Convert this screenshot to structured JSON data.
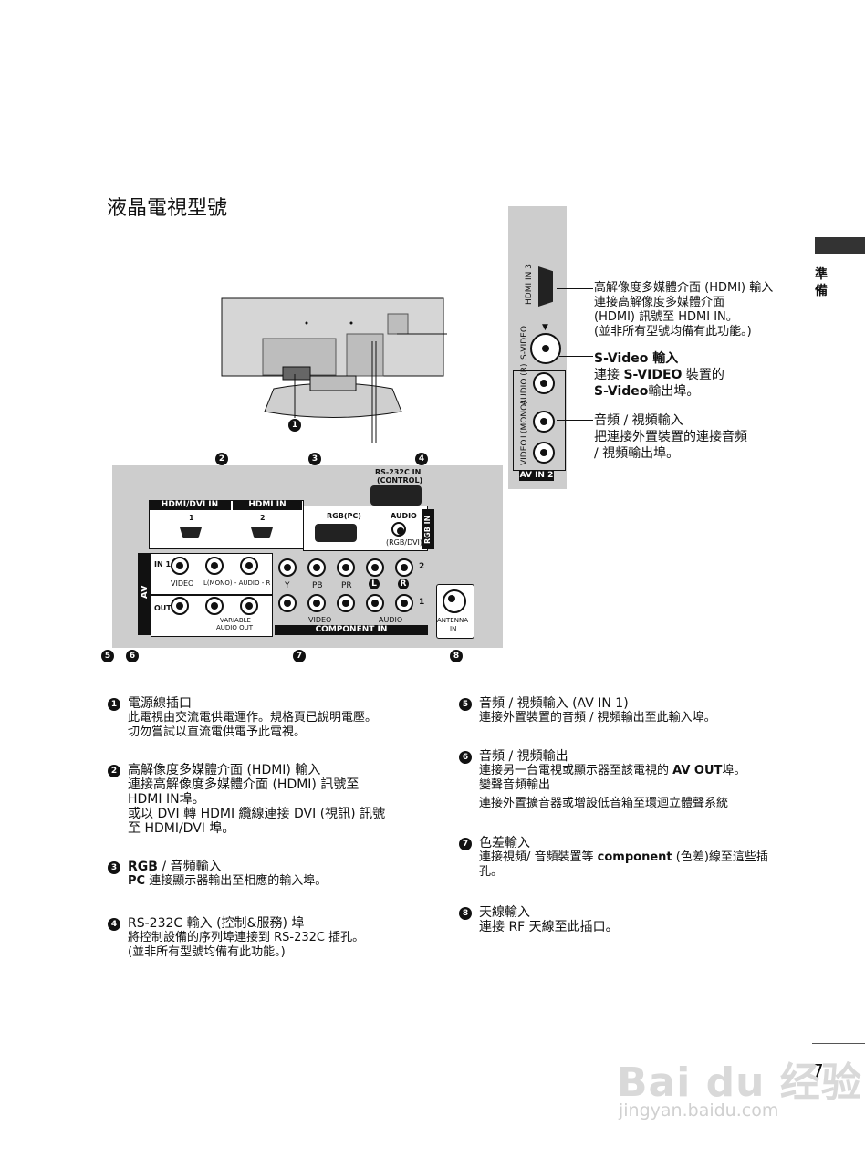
{
  "page": {
    "title": "液晶電視型號",
    "side_tab": "準備",
    "page_number": "7",
    "watermark_logo": "Bai du 经验",
    "watermark_url": "jingyan.baidu.com"
  },
  "side_panel": {
    "hdmi3_label": "HDMI IN 3",
    "svideo_label": "S-VIDEO",
    "audio_r_label": "AUDIO (R)",
    "audio_l_label": "L(MONO)",
    "video_label": "VIDEO",
    "av_in2_label": "AV IN 2"
  },
  "callouts": {
    "hdmi": {
      "line1": "高解像度多媒體介面 (HDMI) 輸入",
      "line2": "連接高解像度多媒體介面",
      "line3": "(HDMI) 訊號至 HDMI IN。",
      "line4": "(並非所有型號均備有此功能。)"
    },
    "svideo": {
      "line1": "S-Video 輸入",
      "line2_prefix": "連接 ",
      "line2_bold": "S-VIDEO",
      "line2_suffix": " 裝置的",
      "line3_bold": "S-Video",
      "line3_suffix": "輸出埠。"
    },
    "av": {
      "line1": "音頻 / 視頻輸入",
      "line2": "把連接外置裝置的連接音頻",
      "line3": "/ 視頻輸出埠。"
    }
  },
  "rear_panel": {
    "rs232_label": "RS-232C IN",
    "rs232_sub": "(CONTROL)",
    "hdmi_dvi_label": "HDMI/DVI IN",
    "hdmi_in_label": "HDMI IN",
    "hdmi_port1": "1",
    "hdmi_port2": "2",
    "rgb_pc_label": "RGB(PC)",
    "audio_label": "AUDIO",
    "audio_sub": "(RGB/DVI)",
    "rgb_in_label": "RGB IN",
    "av_label": "AV",
    "in1_label": "IN 1",
    "out_label": "OUT",
    "video_label": "VIDEO",
    "audio_lr_label": "L(MONO) - AUDIO - R",
    "variable_label": "VARIABLE",
    "audio_out_label": "AUDIO OUT",
    "y_label": "Y",
    "pb_label": "PB",
    "pr_label": "PR",
    "l_label": "L",
    "r_label": "R",
    "row2": "2",
    "row1": "1",
    "comp_video_label": "VIDEO",
    "comp_audio_label": "AUDIO",
    "component_in_label": "COMPONENT IN",
    "antenna_label": "ANTENNA",
    "antenna_sub": "IN"
  },
  "markers": [
    "1",
    "2",
    "3",
    "4",
    "5",
    "6",
    "7",
    "8"
  ],
  "descriptions": {
    "d1": {
      "num": "1",
      "title": "電源線插口",
      "body1": "此電視由交流電供電運作。規格頁已說明電壓。",
      "body2": "切勿嘗試以直流電供電予此電視。"
    },
    "d2": {
      "num": "2",
      "title": "高解像度多媒體介面 (HDMI) 輸入",
      "body1": "連接高解像度多媒體介面 (HDMI) 訊號至",
      "body2": "HDMI IN埠。",
      "body3": "或以 DVI 轉 HDMI 纜線連接 DVI (視訊) 訊號",
      "body4": "至 HDMI/DVI 埠。"
    },
    "d3": {
      "num": "3",
      "title_bold": "RGB",
      "title_rest": " / 音頻輸入",
      "body_bold": "PC",
      "body_rest": " 連接顯示器輸出至相應的輸入埠。"
    },
    "d4": {
      "num": "4",
      "title": "RS-232C 輸入 (控制&服務) 埠",
      "body1": "將控制設備的序列埠連接到 RS-232C 插孔。",
      "body2": "(並非所有型號均備有此功能。)"
    },
    "d5": {
      "num": "5",
      "title": "音頻 / 視頻輸入 (AV IN 1)",
      "body1": "連接外置裝置的音頻 / 視頻輸出至此輸入埠。"
    },
    "d6": {
      "num": "6",
      "title": "音頻 / 視頻輸出",
      "body1_pre": "連接另一台電視或顯示器至該電視的 ",
      "body1_bold": "AV OUT",
      "body1_post": "埠。",
      "body2": "變聲音頻輸出",
      "body3": "連接外置擴音器或增設低音箱至環迴立體聲系統"
    },
    "d7": {
      "num": "7",
      "title": "色差輸入",
      "body1_pre": "連接視頻/ 音頻裝置等 ",
      "body1_bold": "component",
      "body1_post": " (色差)線至這些插",
      "body2": "孔。"
    },
    "d8": {
      "num": "8",
      "title": "天線輸入",
      "body1": "連接 RF 天線至此插口。"
    }
  }
}
